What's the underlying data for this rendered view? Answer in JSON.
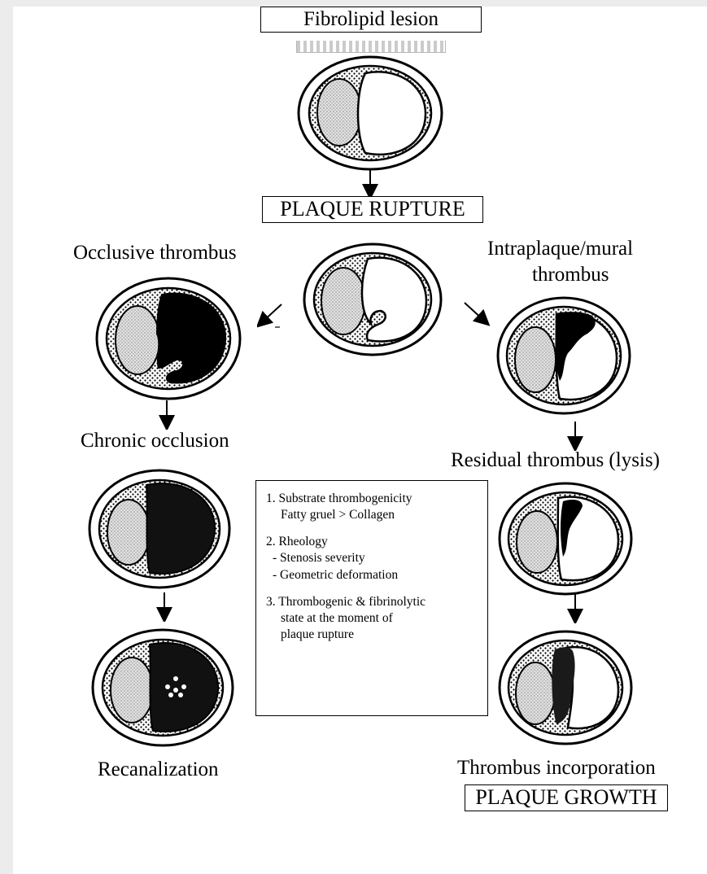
{
  "labels": {
    "fibrolipid": "Fibrolipid lesion",
    "rupture": "PLAQUE RUPTURE",
    "occlusive": "Occlusive thrombus",
    "intraplaque_1": "Intraplaque/mural",
    "intraplaque_2": "thrombus",
    "chronic": "Chronic occlusion",
    "residual": "Residual thrombus (lysis)",
    "recanalization": "Recanalization",
    "incorporation": "Thrombus incorporation",
    "growth": "PLAQUE GROWTH"
  },
  "info_box": {
    "item1_title": "1. Substrate thrombogenicity",
    "item1_detail": "Fatty gruel > Collagen",
    "item2_title": "2. Rheology",
    "item2_detail_a": "- Stenosis severity",
    "item2_detail_b": "- Geometric deformation",
    "item3_line1": "3. Thrombogenic & fibrinolytic",
    "item3_line2": "state at the moment of",
    "item3_line3": "plaque rupture"
  },
  "colors": {
    "ink": "#000000",
    "background": "#ffffff",
    "page_margin": "#ececec",
    "lipid_core": "#d9d9d9"
  }
}
